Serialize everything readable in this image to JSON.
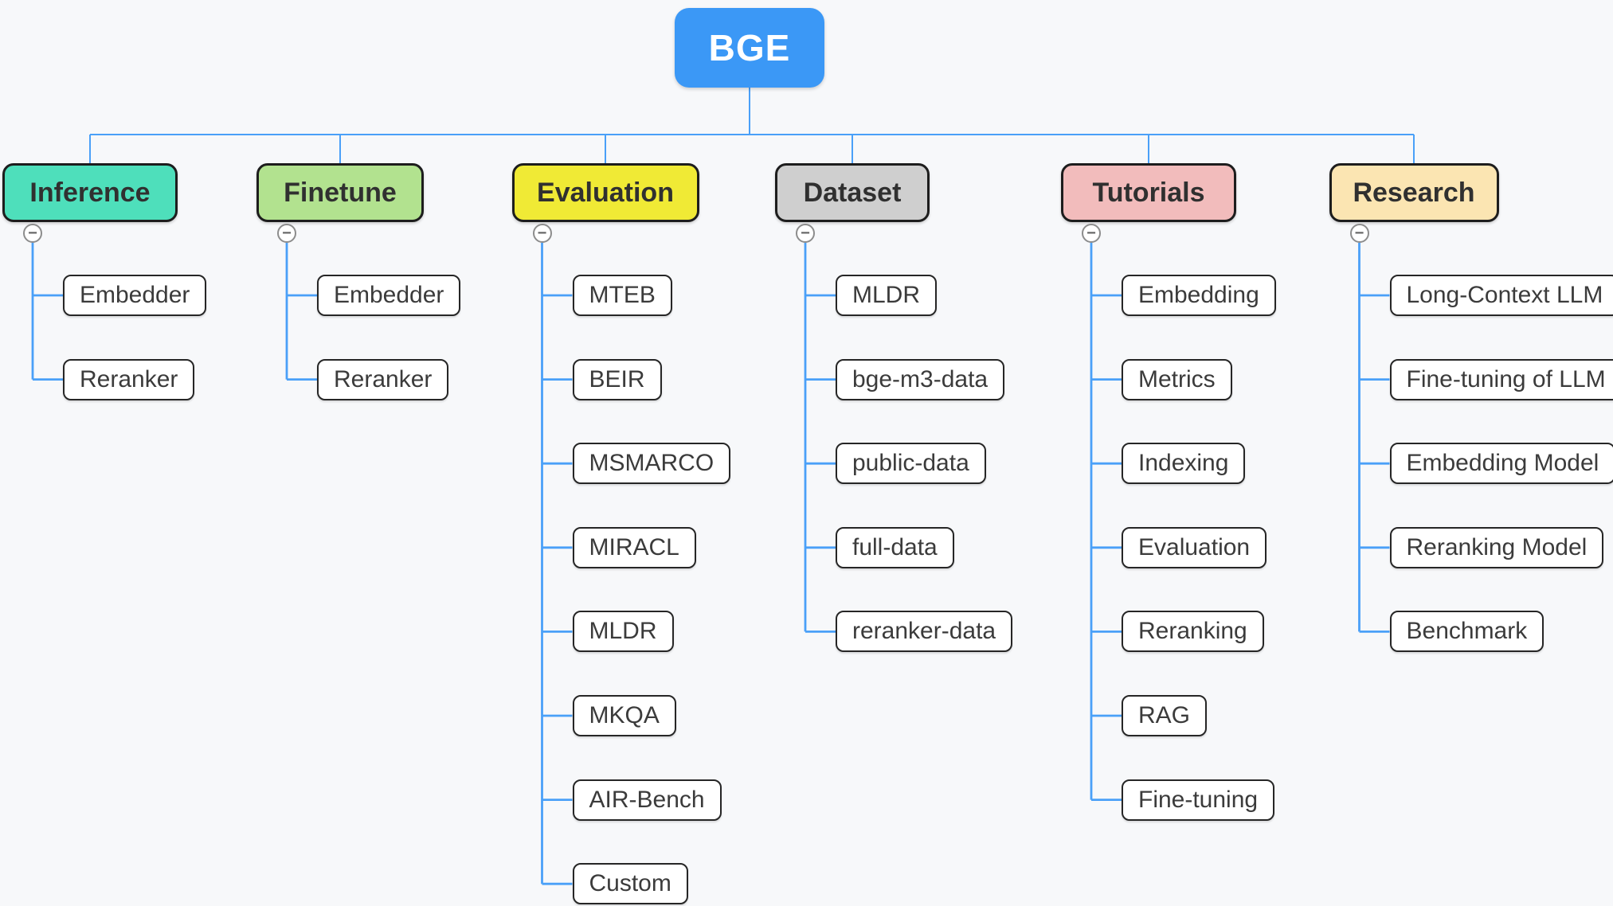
{
  "app": {
    "background": "#f7f8fa",
    "connector_color": "#4aa0f8"
  },
  "root": {
    "label": "BGE",
    "color": "#3b98f6",
    "text_color": "#ffffff"
  },
  "icons": {
    "collapse_glyph": "−",
    "collapse_name": "collapse-minus-icon"
  },
  "branches": [
    {
      "label": "Inference",
      "color": "#4edfbb",
      "children": [
        "Embedder",
        "Reranker"
      ]
    },
    {
      "label": "Finetune",
      "color": "#b2e28f",
      "children": [
        "Embedder",
        "Reranker"
      ]
    },
    {
      "label": "Evaluation",
      "color": "#f0ea35",
      "children": [
        "MTEB",
        "BEIR",
        "MSMARCO",
        "MIRACL",
        "MLDR",
        "MKQA",
        "AIR-Bench",
        "Custom"
      ]
    },
    {
      "label": "Dataset",
      "color": "#cfcfcf",
      "children": [
        "MLDR",
        "bge-m3-data",
        "public-data",
        "full-data",
        "reranker-data"
      ]
    },
    {
      "label": "Tutorials",
      "color": "#f2bcbc",
      "children": [
        "Embedding",
        "Metrics",
        "Indexing",
        "Evaluation",
        "Reranking",
        "RAG",
        "Fine-tuning"
      ]
    },
    {
      "label": "Research",
      "color": "#fbe5b2",
      "children": [
        "Long-Context LLM",
        "Fine-tuning of LLM",
        "Embedding Model",
        "Reranking Model",
        "Benchmark"
      ]
    }
  ]
}
